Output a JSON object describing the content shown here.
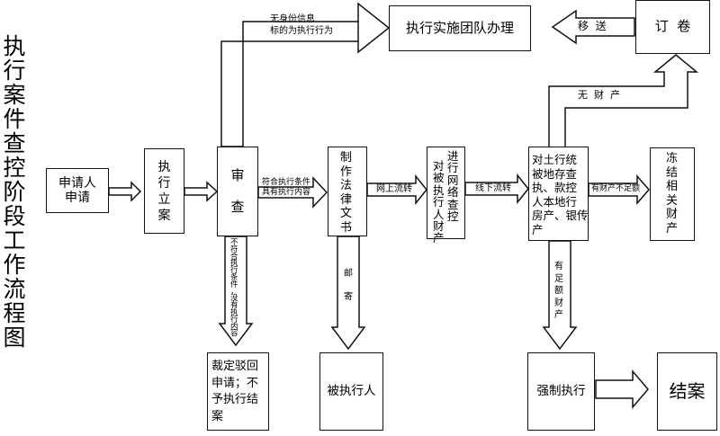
{
  "title": "执行案件查控阶段工作流程图",
  "boxes": {
    "applicant": "申请人\n申请",
    "filing": "执\n行\n立\n案",
    "review": "审\n\n查",
    "legal_docs": "制\n作\n法\n律\n文\n书",
    "online_check": "对\n被\n执\n行\n人\n财\n产",
    "online_check2": "进\n行\n网\n络\n查\n控",
    "offline_check": "对土行统\n被地存查\n执、款控\n人本地行\n房产、银传\n产",
    "freeze": "冻\n结\n相\n关\n财\n产",
    "team": "执行实施团队办理",
    "archive": "订  卷",
    "reject": "裁定驳回\n申请；不\n予执行结\n案",
    "respondent": "被执行人",
    "enforce": "强制执行",
    "close": "结案"
  },
  "labels": {
    "no_identity": "无身份信息\n标的为执行行为",
    "transfer": "移  送",
    "no_property": "无  财  产",
    "meets_conditions": "符合执行条件\n具有执行内容",
    "online_transfer": "网上流转",
    "offline_transfer": "线下流转",
    "insufficient": "有财产不足额",
    "not_meet": "不\n符\n合\n执\n行\n条\n件\n，\n没\n有\n执\n行\n内\n容",
    "mail": "邮\n\n寄",
    "sufficient": "有\n足\n额\n财\n产"
  }
}
